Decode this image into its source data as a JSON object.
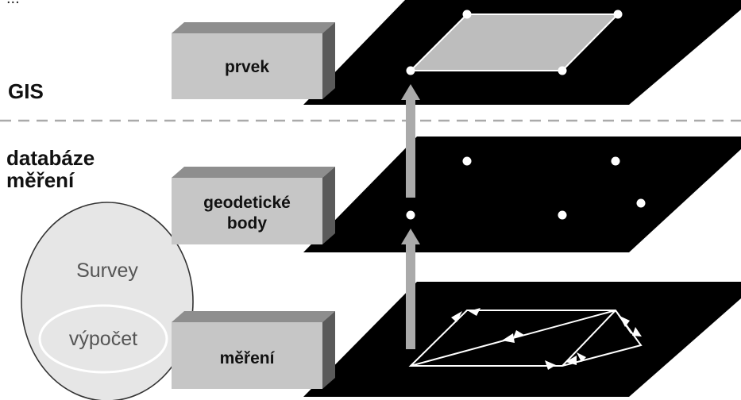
{
  "top_caption": "...",
  "sections": {
    "gis": "GIS",
    "database_line1": "databáze",
    "database_line2": "měření"
  },
  "boxes": {
    "feature": "prvek",
    "geodetic_line1": "geodetické",
    "geodetic_line2": "body",
    "measurement": "měření"
  },
  "survey": {
    "outer_label": "Survey",
    "inner_label": "výpočet"
  },
  "colors": {
    "plane": "#000000",
    "box_front": "#c6c6c6",
    "box_side": "#5a5a5a",
    "box_top": "#8e8e8e",
    "arrow": "#aaaaaa",
    "divider": "#aaaaaa",
    "ellipse_fill": "#e6e6e6",
    "polygon_fill": "#bdbdbd"
  }
}
